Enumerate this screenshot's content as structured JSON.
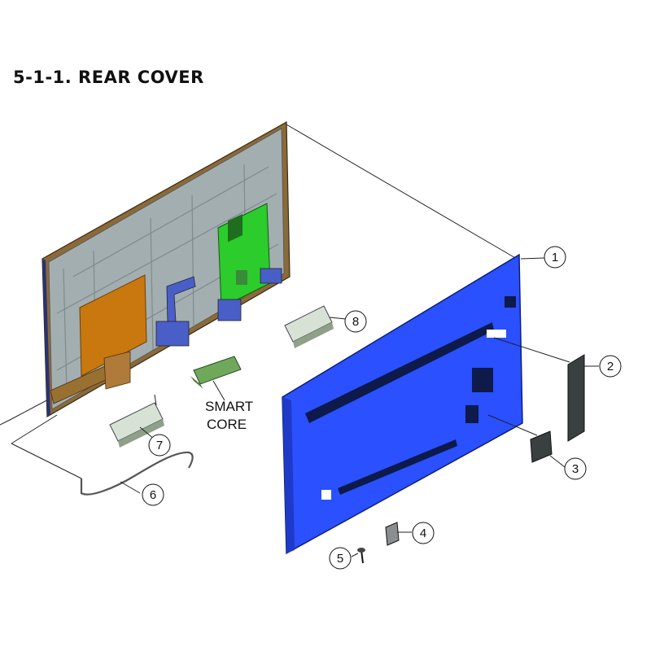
{
  "title": "5-1-1. REAR COVER",
  "callouts": [
    "1",
    "2",
    "3",
    "4",
    "5",
    "6",
    "7",
    "8"
  ],
  "label": {
    "line1": "SMART",
    "line2": "CORE"
  },
  "colors": {
    "rear_cover": "#2a50ff",
    "panel_frame": "#8a6a3a",
    "panel_face": "#a3aeb0",
    "board_green": "#2bcc2b",
    "board_orange": "#c8780e"
  }
}
